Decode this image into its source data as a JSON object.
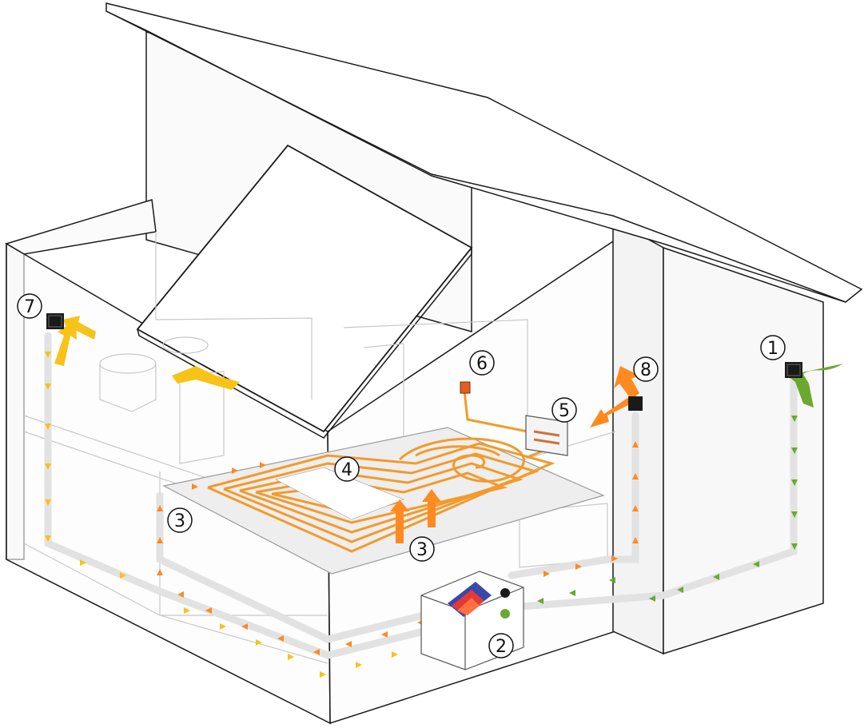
{
  "colors": {
    "background": "#ffffff",
    "wall_fill": "#fbfbfb",
    "wall_stroke": "#1a1a1a",
    "roof_fill": "#ffffff",
    "interior_line": "#c8c8c8",
    "slab_fill": "#eeeeee",
    "duct": "#e2e2e2",
    "warm_air": "#ff8a1f",
    "exhaust_air": "#f7c318",
    "fresh_air": "#6aa82f",
    "pipe": "#f39a2b",
    "heat_core_red": "#e53935",
    "heat_core_blue": "#3949ab"
  },
  "callouts": [
    {
      "id": "1",
      "label": "1"
    },
    {
      "id": "2",
      "label": "2"
    },
    {
      "id": "3a",
      "label": "3"
    },
    {
      "id": "3b",
      "label": "3"
    },
    {
      "id": "4",
      "label": "4"
    },
    {
      "id": "5",
      "label": "5"
    },
    {
      "id": "6",
      "label": "6"
    },
    {
      "id": "7",
      "label": "7"
    },
    {
      "id": "8",
      "label": "8"
    }
  ],
  "icons": {
    "fresh_air_intake": "wall-vent-icon",
    "exhaust_outlet": "wall-vent-icon",
    "heat_recovery_unit": "heat-exchanger-icon",
    "manifold": "manifold-icon",
    "thermostat": "thermostat-icon"
  }
}
